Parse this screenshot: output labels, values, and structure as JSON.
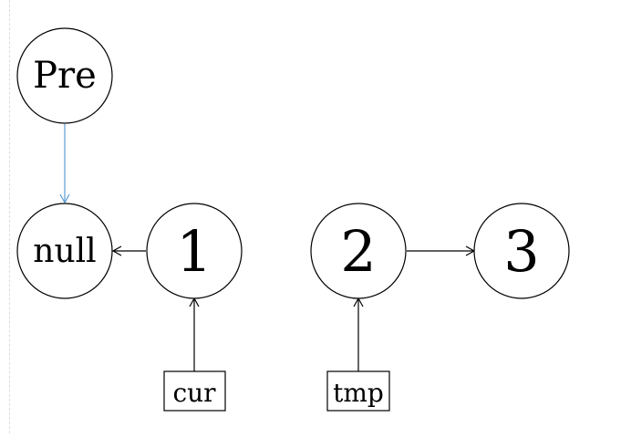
{
  "nodes": {
    "pre": "Pre",
    "null": "null",
    "one": "1",
    "two": "2",
    "three": "3"
  },
  "pointers": {
    "cur": "cur",
    "tmp": "tmp"
  },
  "colors": {
    "node_stroke": "#000000",
    "pre_arrow": "#5b9bd5",
    "edge": "#000000"
  }
}
